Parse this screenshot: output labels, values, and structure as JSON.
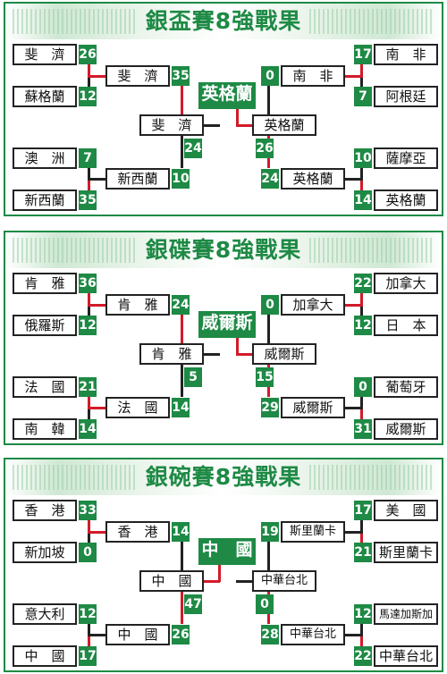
{
  "panels": [
    {
      "title": "銀盃賽8強戰果",
      "champion": "英格蘭",
      "left": {
        "r1": [
          {
            "team": "斐　濟",
            "score": "26"
          },
          {
            "team": "蘇格蘭",
            "score": "12"
          },
          {
            "team": "澳　洲",
            "score": "7"
          },
          {
            "team": "新西蘭",
            "score": "35"
          }
        ],
        "r2": [
          {
            "team": "斐　濟",
            "score": "35"
          },
          {
            "team": "新西蘭",
            "score": "10"
          }
        ],
        "semi": {
          "team": "斐　濟",
          "score": "24"
        }
      },
      "right": {
        "r1": [
          {
            "team": "南　非",
            "score": "17"
          },
          {
            "team": "阿根廷",
            "score": "7"
          },
          {
            "team": "薩摩亞",
            "score": "10"
          },
          {
            "team": "英格蘭",
            "score": "14"
          }
        ],
        "r2": [
          {
            "team": "南　非",
            "score": "0"
          },
          {
            "team": "英格蘭",
            "score": "24"
          }
        ],
        "semi": {
          "team": "英格蘭",
          "score": "26"
        }
      }
    },
    {
      "title": "銀碟賽8強戰果",
      "champion": "威爾斯",
      "left": {
        "r1": [
          {
            "team": "肯　雅",
            "score": "36"
          },
          {
            "team": "俄羅斯",
            "score": "12"
          },
          {
            "team": "法　國",
            "score": "21"
          },
          {
            "team": "南　韓",
            "score": "14"
          }
        ],
        "r2": [
          {
            "team": "肯　雅",
            "score": "24"
          },
          {
            "team": "法　國",
            "score": "14"
          }
        ],
        "semi": {
          "team": "肯　雅",
          "score": "5"
        }
      },
      "right": {
        "r1": [
          {
            "team": "加拿大",
            "score": "22"
          },
          {
            "team": "日　本",
            "score": "12"
          },
          {
            "team": "葡萄牙",
            "score": "0"
          },
          {
            "team": "威爾斯",
            "score": "31"
          }
        ],
        "r2": [
          {
            "team": "加拿大",
            "score": "0"
          },
          {
            "team": "威爾斯",
            "score": "29"
          }
        ],
        "semi": {
          "team": "威爾斯",
          "score": "15"
        }
      }
    },
    {
      "title": "銀碗賽8強戰果",
      "champion": "中　國",
      "left": {
        "r1": [
          {
            "team": "香　港",
            "score": "33"
          },
          {
            "team": "新加坡",
            "score": "0"
          },
          {
            "team": "意大利",
            "score": "12"
          },
          {
            "team": "中　國",
            "score": "17"
          }
        ],
        "r2": [
          {
            "team": "香　港",
            "score": "14"
          },
          {
            "team": "中　國",
            "score": "26"
          }
        ],
        "semi": {
          "team": "中　國",
          "score": "47"
        }
      },
      "right": {
        "r1": [
          {
            "team": "美　國",
            "score": "17"
          },
          {
            "team": "斯里蘭卡",
            "score": "21"
          },
          {
            "team": "馬達加斯加",
            "score": "12"
          },
          {
            "team": "中華台北",
            "score": "22"
          }
        ],
        "r2": [
          {
            "team": "斯里蘭卡",
            "score": "19"
          },
          {
            "team": "中華台北",
            "score": "28"
          }
        ],
        "semi": {
          "team": "中華台北",
          "score": "0"
        }
      }
    }
  ]
}
